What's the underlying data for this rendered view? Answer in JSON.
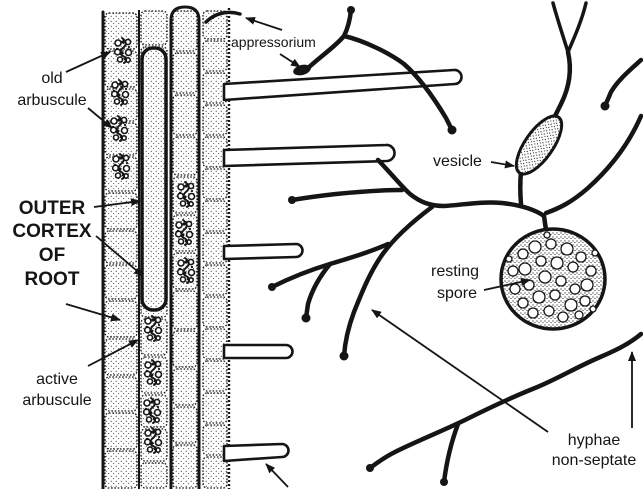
{
  "diagram": {
    "labels": {
      "appressorium": "appressorium",
      "old_arbuscule": [
        "old",
        "arbuscule"
      ],
      "outer_cortex_of_root": [
        "OUTER",
        "CORTEX",
        "OF",
        "ROOT"
      ],
      "active_arbuscule": [
        "active",
        "arbuscule"
      ],
      "vesicle": "vesicle",
      "resting_spore": [
        "resting",
        "spore"
      ],
      "hyphae_non_septate": [
        "hyphae",
        "non-septate"
      ]
    },
    "colors": {
      "ink": "#151515",
      "paper": "#ffffff"
    }
  }
}
